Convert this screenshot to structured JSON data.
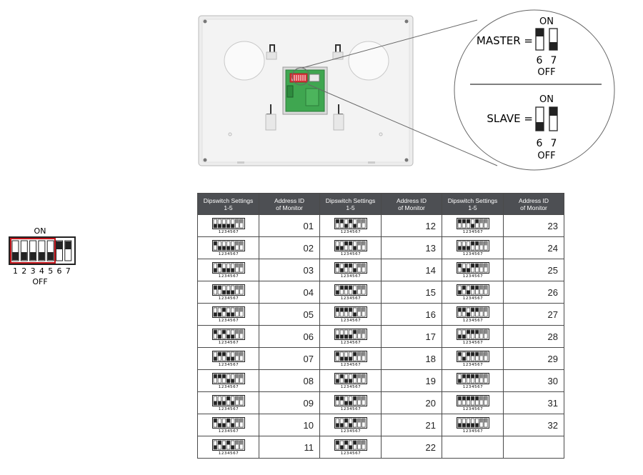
{
  "diagram": {
    "detail": {
      "on_label": "ON",
      "off_label": "OFF",
      "master_label": "MASTER =",
      "slave_label": "SLAVE =",
      "switch_numbers": [
        "6",
        "7"
      ]
    },
    "legend": {
      "on_label": "ON",
      "off_label": "OFF",
      "numbers": [
        "1",
        "2",
        "3",
        "4",
        "5",
        "6",
        "7"
      ]
    }
  },
  "table": {
    "headers": [
      {
        "line1": "Dipswitch Settings",
        "line2": "1-5"
      },
      {
        "line1": "Address ID",
        "line2": "of Monitor"
      },
      {
        "line1": "Dipswitch Settings",
        "line2": "1-5"
      },
      {
        "line1": "Address ID",
        "line2": "of Monitor"
      },
      {
        "line1": "Dipswitch Settings",
        "line2": "1-5"
      },
      {
        "line1": "Address ID",
        "line2": "of Monitor"
      }
    ],
    "switch_digits": "1234567",
    "rows": [
      [
        {
          "id": "01",
          "on": [
            1,
            1,
            1,
            1,
            1
          ]
        },
        {
          "id": "12",
          "on": [
            0,
            0,
            1,
            0,
            1
          ]
        },
        {
          "id": "23",
          "on": [
            0,
            0,
            0,
            1,
            0
          ]
        }
      ],
      [
        {
          "id": "02",
          "on": [
            0,
            1,
            1,
            1,
            1
          ]
        },
        {
          "id": "13",
          "on": [
            1,
            1,
            0,
            0,
            1
          ]
        },
        {
          "id": "24",
          "on": [
            1,
            1,
            1,
            0,
            0
          ]
        }
      ],
      [
        {
          "id": "03",
          "on": [
            1,
            0,
            1,
            1,
            1
          ]
        },
        {
          "id": "14",
          "on": [
            0,
            1,
            0,
            0,
            1
          ]
        },
        {
          "id": "25",
          "on": [
            0,
            1,
            1,
            0,
            0
          ]
        }
      ],
      [
        {
          "id": "04",
          "on": [
            0,
            0,
            1,
            1,
            1
          ]
        },
        {
          "id": "15",
          "on": [
            1,
            0,
            0,
            0,
            1
          ]
        },
        {
          "id": "26",
          "on": [
            1,
            0,
            1,
            0,
            0
          ]
        }
      ],
      [
        {
          "id": "05",
          "on": [
            1,
            1,
            0,
            1,
            1
          ]
        },
        {
          "id": "16",
          "on": [
            0,
            0,
            0,
            0,
            1
          ]
        },
        {
          "id": "27",
          "on": [
            0,
            0,
            1,
            0,
            0
          ]
        }
      ],
      [
        {
          "id": "06",
          "on": [
            0,
            1,
            0,
            1,
            1
          ]
        },
        {
          "id": "17",
          "on": [
            1,
            1,
            1,
            1,
            0
          ]
        },
        {
          "id": "28",
          "on": [
            1,
            1,
            0,
            0,
            0
          ]
        }
      ],
      [
        {
          "id": "07",
          "on": [
            1,
            0,
            0,
            1,
            1
          ]
        },
        {
          "id": "18",
          "on": [
            0,
            1,
            1,
            1,
            0
          ]
        },
        {
          "id": "29",
          "on": [
            0,
            1,
            0,
            0,
            0
          ]
        }
      ],
      [
        {
          "id": "08",
          "on": [
            0,
            0,
            0,
            1,
            1
          ]
        },
        {
          "id": "19",
          "on": [
            1,
            0,
            1,
            1,
            0
          ]
        },
        {
          "id": "30",
          "on": [
            1,
            0,
            0,
            0,
            0
          ]
        }
      ],
      [
        {
          "id": "09",
          "on": [
            1,
            1,
            1,
            0,
            1
          ]
        },
        {
          "id": "20",
          "on": [
            0,
            0,
            1,
            1,
            0
          ]
        },
        {
          "id": "31",
          "on": [
            0,
            0,
            0,
            0,
            0
          ]
        }
      ],
      [
        {
          "id": "10",
          "on": [
            0,
            1,
            1,
            0,
            1
          ]
        },
        {
          "id": "21",
          "on": [
            1,
            1,
            0,
            1,
            0
          ]
        },
        {
          "id": "32",
          "on": [
            1,
            1,
            1,
            1,
            1
          ]
        }
      ],
      [
        {
          "id": "11",
          "on": [
            1,
            0,
            1,
            0,
            1
          ]
        },
        {
          "id": "22",
          "on": [
            0,
            1,
            0,
            1,
            0
          ]
        },
        null
      ]
    ]
  }
}
